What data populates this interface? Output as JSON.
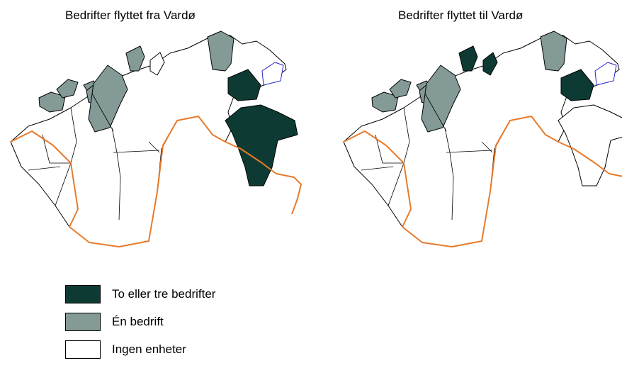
{
  "maps": [
    {
      "title": "Bedrifter flyttet fra Vardø",
      "regions": {
        "islands_w1": "legend_one",
        "islands_w2": "legend_one",
        "islands_w3": "legend_one",
        "senja": "legend_one",
        "troms_n": "legend_one",
        "finnmark_n": "legend_one",
        "tana": "legend_one",
        "varanger_w": "legend_two_three",
        "sor_varanger": "legend_two_three"
      }
    },
    {
      "title": "Bedrifter flyttet til Vardø",
      "regions": {
        "islands_w1": "legend_one",
        "islands_w2": "legend_one",
        "islands_w3": "legend_one",
        "senja": "legend_one",
        "troms_n": "legend_one",
        "finnmark_n": "legend_two_three",
        "finnmark_mid": "legend_two_three",
        "tana": "legend_one",
        "varanger_w": "legend_two_three"
      }
    }
  ],
  "legend": [
    {
      "key": "legend_two_three",
      "label": "To eller tre bedrifter",
      "color": "#0d3b34"
    },
    {
      "key": "legend_one",
      "label": "Én bedrift",
      "color": "#839a96"
    },
    {
      "key": "legend_none",
      "label": "Ingen enheter",
      "color": "#ffffff"
    }
  ],
  "colors": {
    "border": "#e87a2a",
    "outline": "#000000",
    "vardo": "#2222cc",
    "background": "#ffffff"
  }
}
